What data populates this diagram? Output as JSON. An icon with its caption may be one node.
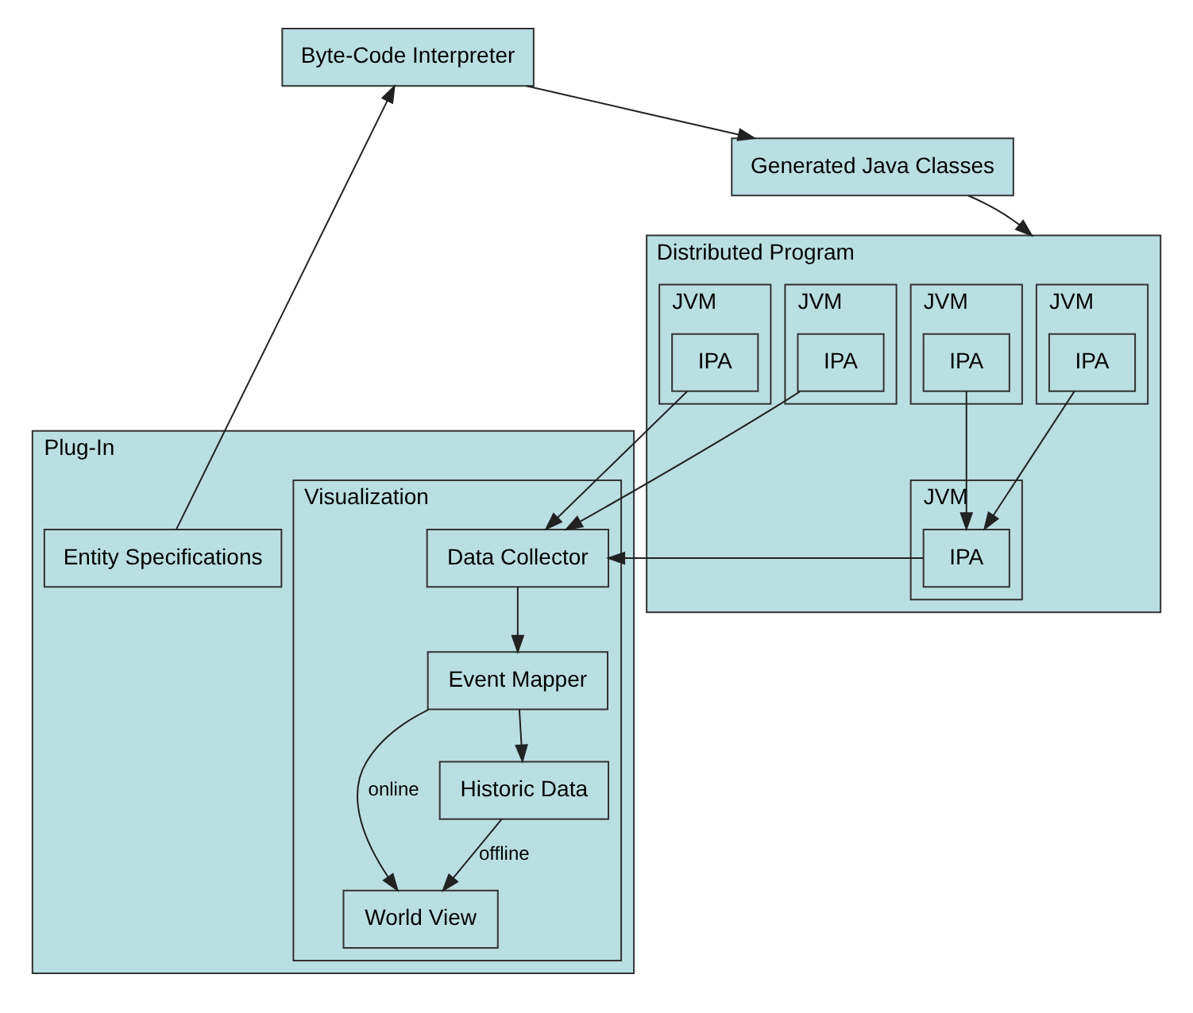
{
  "diagram": {
    "nodes": [
      {
        "text": [
          "Plug-In"
        ]
      },
      {
        "text": [
          "Entity Specifications"
        ],
        "in": 0
      },
      {
        "text": [
          "Visualization"
        ],
        "in": 0
      },
      {
        "text": [
          "World View"
        ],
        "in": 2
      },
      {
        "text": [
          "Event Mapper"
        ],
        "in": 2
      },
      {
        "text": [
          "Historic Data"
        ],
        "in": 2
      },
      {
        "text": [
          "Data Collector"
        ],
        "in": 2
      },
      {
        "text": [
          "Byte-Code Interpreter"
        ]
      },
      {
        "text": [
          "Generated Java Classes"
        ]
      },
      {
        "text": [
          "Distributed Program"
        ]
      },
      {
        "text": [
          "JVM"
        ],
        "in": 9
      },
      {
        "text": [
          "IPA"
        ],
        "in": 10
      },
      {
        "text": [
          "JVM"
        ],
        "in": 9
      },
      {
        "text": [
          "IPA"
        ],
        "in": 12
      },
      {
        "text": [
          "JVM"
        ],
        "in": 9
      },
      {
        "text": [
          "IPA"
        ],
        "in": 14
      },
      {
        "text": [
          "JVM"
        ],
        "in": 9
      },
      {
        "text": [
          "IPA"
        ],
        "in": 16
      },
      {
        "text": [
          "JVM"
        ],
        "in": 9
      },
      {
        "text": [
          "IPA"
        ],
        "in": 18
      }
    ],
    "edges": [
      {
        "from": 1,
        "to": 7,
        "arrow": "to"
      },
      {
        "from": 7,
        "to": 8,
        "arrow": "to"
      },
      {
        "from": 8,
        "to": 9,
        "arrow": "to"
      },
      {
        "from": 4,
        "to": 3,
        "arrow": "to",
        "label": "online"
      },
      {
        "from": 5,
        "to": 3,
        "arrow": "to",
        "label": "offline"
      },
      {
        "from": 4,
        "to": 5,
        "arrow": "to"
      },
      {
        "from": 6,
        "to": 4,
        "arrow": "to"
      },
      {
        "from": 11,
        "to": 13,
        "arrow": "to"
      },
      {
        "from": 15,
        "to": 13,
        "arrow": "to"
      },
      {
        "from": 13,
        "to": 6,
        "arrow": "to"
      },
      {
        "from": 17,
        "to": 6,
        "arrow": "to"
      },
      {
        "from": 19,
        "to": 6,
        "arrow": "to"
      }
    ]
  }
}
